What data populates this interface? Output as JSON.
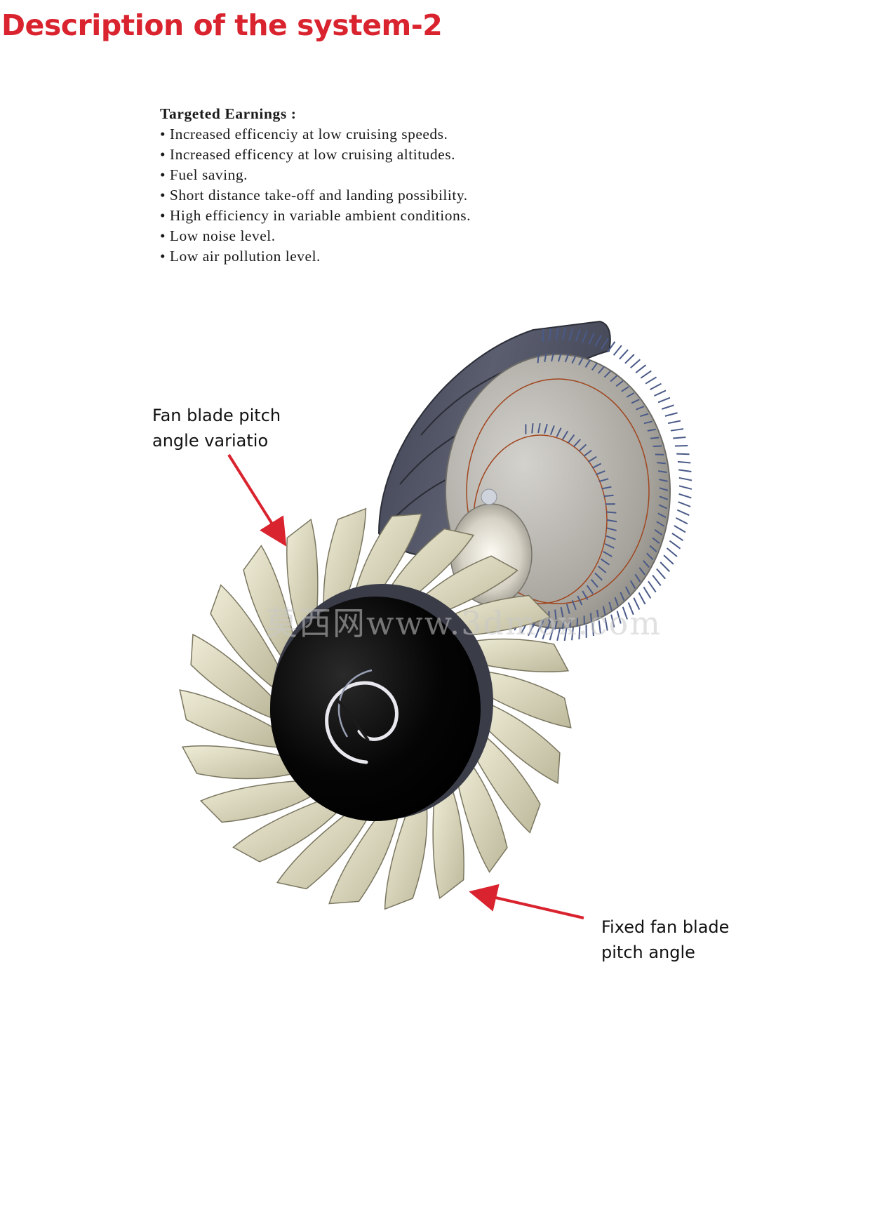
{
  "page": {
    "title": "Description of the system-2",
    "title_color": "#d9232e"
  },
  "earnings": {
    "heading": "Targeted Earnings :",
    "items": [
      "Increased efficenciy at low cruising speeds.",
      "Increased efficency at low cruising altitudes.",
      "Fuel saving.",
      "Short distance take-off and landing possibility.",
      "High efficiency in variable ambient conditions.",
      "Low noise level.",
      "Low air pollution level."
    ]
  },
  "callouts": {
    "variable_pitch": {
      "line1": "Fan blade pitch",
      "line2": "angle variatio"
    },
    "fixed_pitch": {
      "line1": "Fixed fan blade",
      "line2": "pitch angle"
    },
    "arrow_color": "#d9232e"
  },
  "watermark": "莫西网www.3dmox.com"
}
